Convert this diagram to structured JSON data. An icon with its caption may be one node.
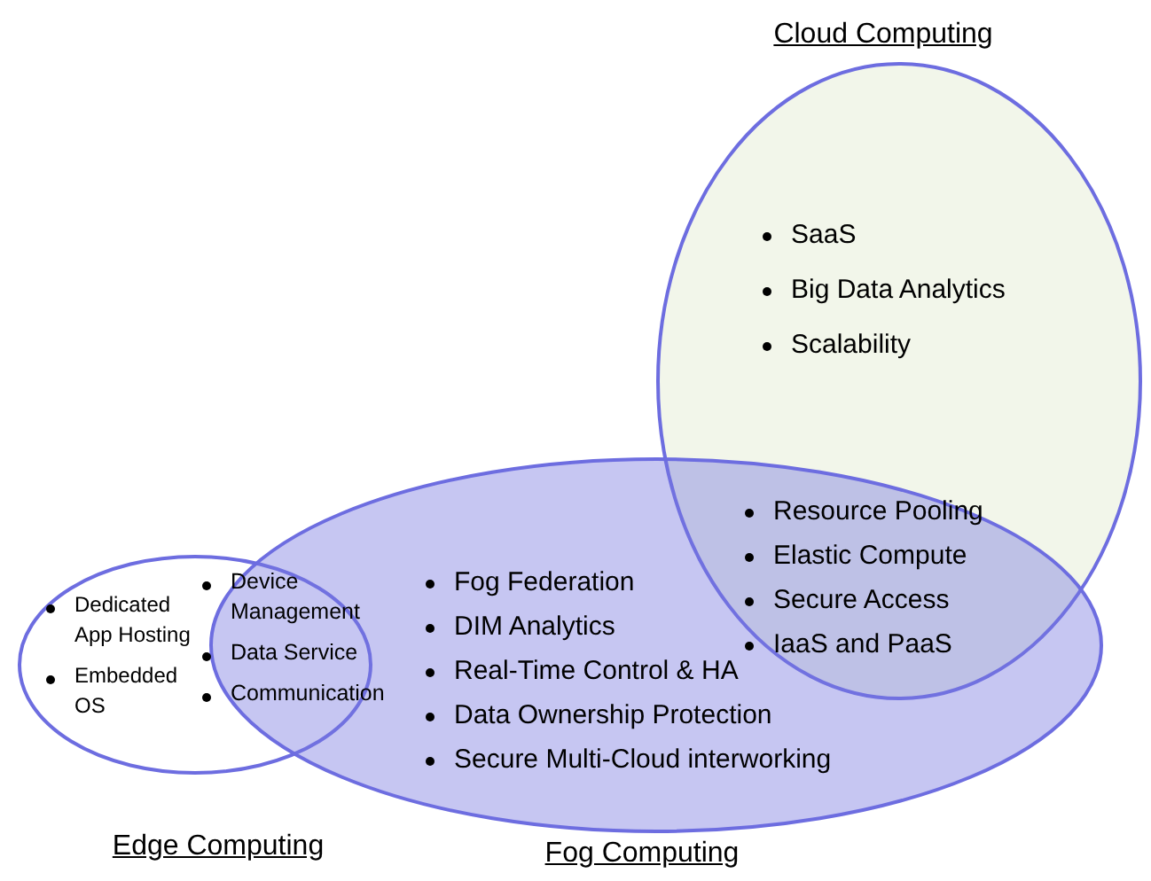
{
  "diagram": {
    "nodes": [
      {
        "text": [
          "Dedicated App Hosting",
          "Embedded OS",
          "Edge Computing"
        ]
      },
      {
        "text": [
          "Cloud Computing",
          "SaaS",
          "Big Data Analytics",
          "Scalability"
        ]
      },
      {
        "text": [
          "Fog Federation",
          "DIM Analytics",
          "Real-Time Control & HA",
          "Data Ownership Protection",
          "Secure Multi-Cloud interworking",
          "Fog Computing"
        ]
      }
    ],
    "labels": [
      "Device Management",
      "Data Service",
      "Communication",
      "Resource Pooling",
      "Elastic Compute",
      "Secure Access",
      "IaaS and PaaS"
    ]
  }
}
